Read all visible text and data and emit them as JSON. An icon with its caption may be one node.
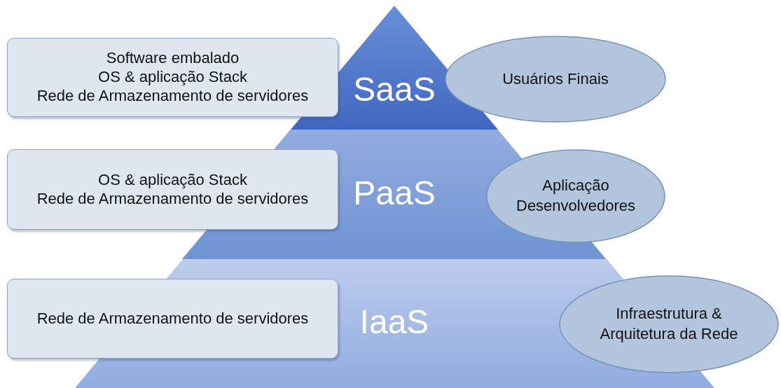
{
  "diagram": {
    "nodes": [
      {
        "text": [
          "Software embalado",
          "OS & aplicação Stack",
          "Rede de Armazenamento de servidores"
        ]
      },
      {
        "text": [
          "SaaS"
        ]
      },
      {
        "text": [
          "Usuários Finais"
        ]
      },
      {
        "text": [
          "OS & aplicação Stack",
          "Rede de Armazenamento de servidores"
        ]
      },
      {
        "text": [
          "PaaS"
        ]
      },
      {
        "text": [
          "Aplicação Desenvolvedores"
        ]
      },
      {
        "text": [
          "Rede de Armazenamento de servidores"
        ]
      },
      {
        "text": [
          "IaaS"
        ]
      },
      {
        "text": [
          "Infraestrutura & Arquitetura da Rede"
        ]
      }
    ]
  }
}
